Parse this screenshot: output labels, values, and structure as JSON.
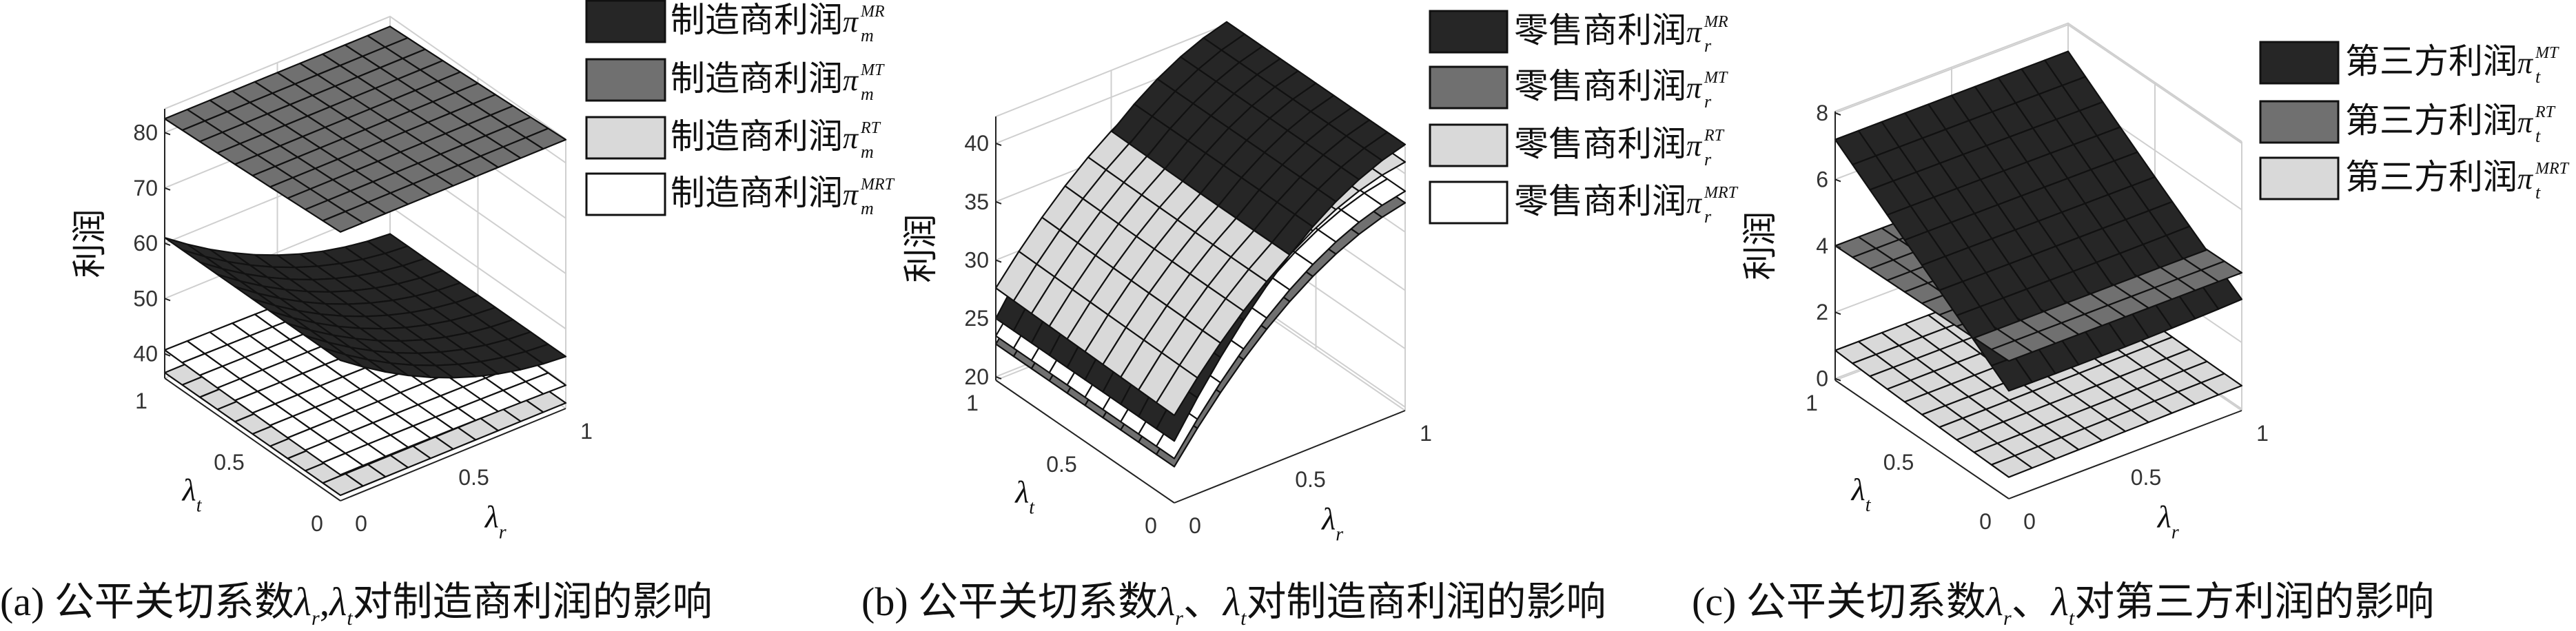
{
  "chart_data": [
    {
      "type": "surface",
      "panel": "a",
      "caption": {
        "label": "(a) ",
        "text1": "公平关切系数",
        "var1": "λ",
        "sub1": "r",
        "sep": ",",
        "var2": "λ",
        "sub2": "t",
        "text2": "对制造商利润的影响"
      },
      "zlabel": "利润",
      "xlabel": {
        "var": "λ",
        "sub": "r"
      },
      "ylabel": {
        "var": "λ",
        "sub": "t"
      },
      "xticks": [
        "0",
        "0.5",
        "1"
      ],
      "yticks": [
        "0",
        "0.5",
        "1"
      ],
      "zticks": [
        "40",
        "50",
        "60",
        "70",
        "80"
      ],
      "zlim": [
        35.6,
        84.3
      ],
      "grid": true,
      "legend_position": "top-right",
      "grid_axes": {
        "lambda_r": [
          0,
          0.5,
          1
        ],
        "lambda_t": [
          0,
          0.5,
          1
        ]
      },
      "series": [
        {
          "label": "制造商利润",
          "symbol": "π",
          "sup": "MR",
          "sub": "m",
          "color": "#262626",
          "z": [
            [
              61,
              49.5,
              45
            ],
            [
              61,
              49.5,
              45
            ],
            [
              61,
              49.5,
              45
            ]
          ]
        },
        {
          "label": "制造商利润",
          "symbol": "π",
          "sup": "MT",
          "sub": "m",
          "color": "#707070",
          "z": [
            [
              84.2,
              84.2,
              84.2
            ],
            [
              83.3,
              83.3,
              83.3
            ],
            [
              82.5,
              82.5,
              82.5
            ]
          ]
        },
        {
          "label": "制造商利润",
          "symbol": "π",
          "sup": "RT",
          "sub": "m",
          "color": "#d9d9d9",
          "z": [
            [
              36.6,
              36.6,
              36.6
            ],
            [
              36.6,
              36.6,
              36.6
            ],
            [
              36.6,
              36.6,
              36.6
            ]
          ]
        },
        {
          "label": "制造商利润",
          "symbol": "π",
          "sup": "MRT",
          "sub": "m",
          "color": "#ffffff",
          "z": [
            [
              40.3,
              40.2,
              39.8
            ],
            [
              40.4,
              40.2,
              39.9
            ],
            [
              40.7,
              40.4,
              40.0
            ]
          ]
        }
      ]
    },
    {
      "type": "surface",
      "panel": "b",
      "caption": {
        "label": "(b) ",
        "text1": "公平关切系数",
        "var1": "λ",
        "sub1": "r",
        "sep": "、",
        "var2": "λ",
        "sub2": "t",
        "text2": "对制造商利润的影响"
      },
      "zlabel": "利润",
      "xlabel": {
        "var": "λ",
        "sub": "r"
      },
      "ylabel": {
        "var": "λ",
        "sub": "t"
      },
      "xticks": [
        "0",
        "0.5",
        "1"
      ],
      "yticks": [
        "0",
        "0.5",
        "1"
      ],
      "zticks": [
        "20",
        "25",
        "30",
        "35",
        "40"
      ],
      "zlim": [
        19.7,
        42.3
      ],
      "grid": true,
      "legend_position": "top-right",
      "grid_axes": {
        "lambda_r": [
          0,
          0.5,
          1
        ],
        "lambda_t": [
          0,
          0.5,
          1
        ]
      },
      "series": [
        {
          "label": "零售商利润",
          "symbol": "π",
          "sup": "MR",
          "sub": "r",
          "color": "#262626",
          "z": [
            [
              25,
              37,
              42.5
            ],
            [
              25,
              37,
              42.5
            ],
            [
              25,
              37,
              42.5
            ]
          ]
        },
        {
          "label": "零售商利润",
          "symbol": "π",
          "sup": "MT",
          "sub": "r",
          "color": "#707070",
          "z": [
            [
              22.8,
              33,
              37.5
            ],
            [
              22.8,
              33,
              37.5
            ],
            [
              22.8,
              33,
              37.5
            ]
          ]
        },
        {
          "label": "零售商利润",
          "symbol": "π",
          "sup": "RT",
          "sub": "r",
          "color": "#d9d9d9",
          "z": [
            [
              27.2,
              37,
              41
            ],
            [
              27.4,
              37,
              41
            ],
            [
              27.6,
              37.1,
              41
            ]
          ]
        },
        {
          "label": "零售商利润",
          "symbol": "π",
          "sup": "MRT",
          "sub": "r",
          "color": "#ffffff",
          "z": [
            [
              23.5,
              34,
              38.5
            ],
            [
              23.5,
              34,
              38.5
            ],
            [
              23.5,
              34,
              38.5
            ]
          ]
        }
      ]
    },
    {
      "type": "surface",
      "panel": "c",
      "caption": {
        "label": "(c) ",
        "text1": "公平关切系数",
        "var1": "λ",
        "sub1": "r",
        "sep": "、",
        "var2": "λ",
        "sub2": "t",
        "text2": "对第三方利润的影响"
      },
      "zlabel": "利润",
      "xlabel": {
        "var": "λ",
        "sub": "r"
      },
      "ylabel": {
        "var": "λ",
        "sub": "t"
      },
      "xticks": [
        "0",
        "0.5",
        "1"
      ],
      "yticks": [
        "0",
        "0.5",
        "1"
      ],
      "zticks": [
        "0",
        "2",
        "4",
        "6",
        "8"
      ],
      "zlim": [
        -0.05,
        8.05
      ],
      "grid": true,
      "legend_position": "top-right",
      "grid_axes": {
        "lambda_r": [
          0,
          0.5,
          1
        ],
        "lambda_t": [
          0,
          0.5,
          1
        ]
      },
      "series": [
        {
          "label": "第三方利润",
          "symbol": "π",
          "sup": "MT",
          "sub": "t",
          "color": "#262626",
          "z": [
            [
              3.2,
              3.2,
              3.3
            ],
            [
              5.2,
              5.2,
              5.2
            ],
            [
              7.2,
              7.2,
              7.2
            ]
          ]
        },
        {
          "label": "第三方利润",
          "symbol": "π",
          "sup": "RT",
          "sub": "t",
          "color": "#707070",
          "z": [
            [
              4.1,
              4.1,
              4.1
            ],
            [
              4.05,
              4.05,
              4.05
            ],
            [
              4.0,
              4.0,
              4.0
            ]
          ]
        },
        {
          "label": "第三方利润",
          "symbol": "π",
          "sup": "MRT",
          "sub": "t",
          "color": "#d9d9d9",
          "z": [
            [
              0.6,
              0.65,
              0.7
            ],
            [
              0.7,
              0.72,
              0.75
            ],
            [
              0.85,
              0.85,
              0.85
            ]
          ]
        }
      ]
    }
  ]
}
